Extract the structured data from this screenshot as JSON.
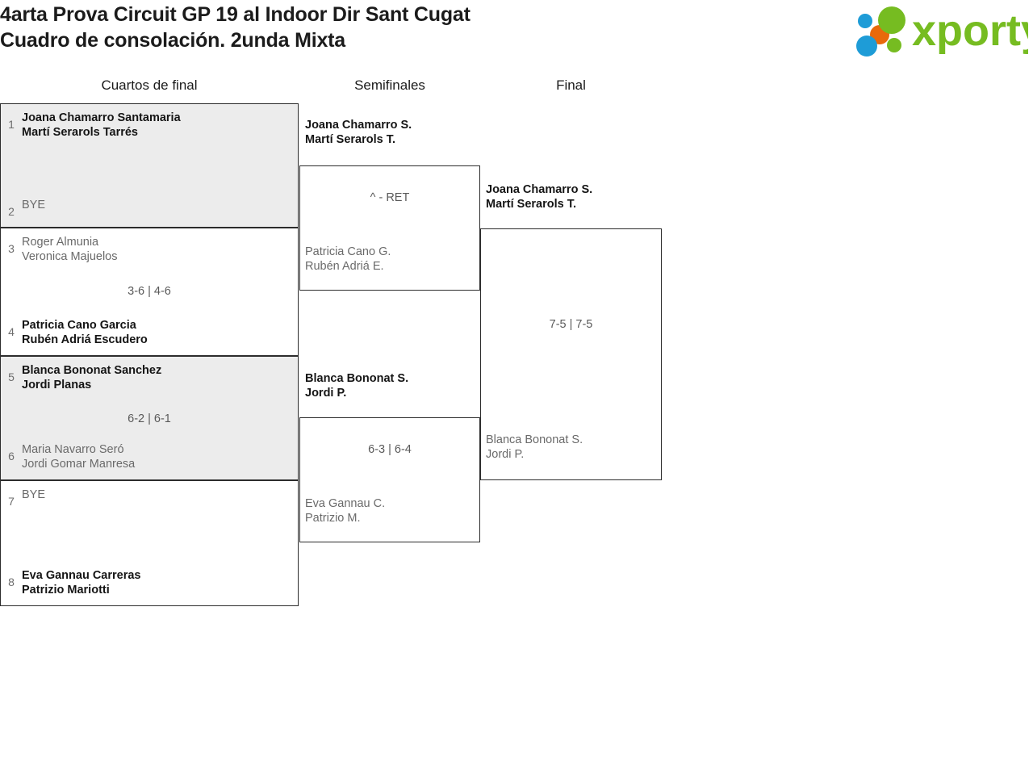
{
  "header": {
    "title_line1": "4arta Prova Circuit GP 19 al Indoor Dir Sant Cugat",
    "title_line2": "Cuadro de consolación. 2unda Mixta",
    "logo_text": "xporty",
    "logo_colors": {
      "green": "#76bc21",
      "blue": "#1e9cd7",
      "orange": "#e8690b"
    }
  },
  "rounds": [
    {
      "label": "Cuartos de final"
    },
    {
      "label": "Semifinales"
    },
    {
      "label": "Final"
    }
  ],
  "quarterfinals": [
    {
      "top": {
        "seed": "1",
        "names": "Joana Chamarro Santamaria\nMartí Serarols Tarrés",
        "state": "winner"
      },
      "bottom": {
        "seed": "2",
        "names": "BYE",
        "state": "bye"
      },
      "score": ""
    },
    {
      "top": {
        "seed": "3",
        "names": "Roger Almunia\nVeronica Majuelos",
        "state": "loser"
      },
      "bottom": {
        "seed": "4",
        "names": "Patricia Cano Garcia\nRubén Adriá Escudero",
        "state": "winner"
      },
      "score": "3-6 | 4-6"
    },
    {
      "top": {
        "seed": "5",
        "names": "Blanca Bononat Sanchez\nJordi Planas",
        "state": "winner"
      },
      "bottom": {
        "seed": "6",
        "names": "Maria Navarro Seró\nJordi Gomar Manresa",
        "state": "loser"
      },
      "score": "6-2 | 6-1"
    },
    {
      "top": {
        "seed": "7",
        "names": "BYE",
        "state": "bye"
      },
      "bottom": {
        "seed": "8",
        "names": "Eva Gannau Carreras\nPatrizio Mariotti",
        "state": "winner"
      },
      "score": ""
    }
  ],
  "semifinals": [
    {
      "top": {
        "names": "Joana Chamarro S.\nMartí Serarols T.",
        "state": "winner"
      },
      "bottom": {
        "names": "Patricia Cano G.\nRubén Adriá E.",
        "state": "loser"
      },
      "score": "^ - RET"
    },
    {
      "top": {
        "names": "Blanca Bononat S.\nJordi P.",
        "state": "winner"
      },
      "bottom": {
        "names": "Eva Gannau C.\nPatrizio M.",
        "state": "loser"
      },
      "score": "6-3 | 6-4"
    }
  ],
  "final": [
    {
      "top": {
        "names": "Joana Chamarro S.\nMartí Serarols T.",
        "state": "winner"
      },
      "bottom": {
        "names": "Blanca Bononat S.\nJordi P.",
        "state": "loser"
      },
      "score": "7-5 | 7-5"
    }
  ]
}
